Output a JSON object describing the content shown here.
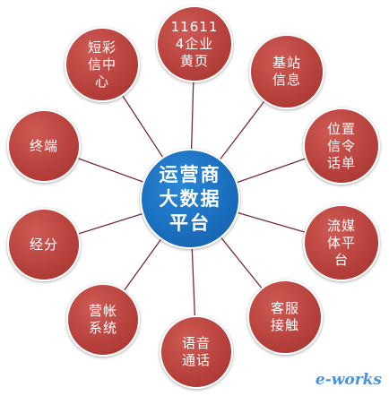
{
  "center": {
    "label": "运营商\n大数据\n平台"
  },
  "nodes": [
    {
      "id": "yellow-pages",
      "label": "11611\n4企业\n黄页"
    },
    {
      "id": "base-station",
      "label": "基站\n信息"
    },
    {
      "id": "location-signaling",
      "label": "位置\n信令\n话单"
    },
    {
      "id": "streaming-platform",
      "label": "流媒\n体平\n台"
    },
    {
      "id": "customer-service",
      "label": "客服\n接触"
    },
    {
      "id": "voice-call",
      "label": "语音\n通话"
    },
    {
      "id": "billing-system",
      "label": "营帐\n系统"
    },
    {
      "id": "distribution",
      "label": "经分"
    },
    {
      "id": "terminal",
      "label": "终端"
    },
    {
      "id": "sms-center",
      "label": "短彩\n信中\n心"
    }
  ],
  "colors": {
    "node": "#b8423d",
    "center": "#1b6fbf",
    "connector": "#7a2a3a"
  },
  "watermark": "e-works"
}
